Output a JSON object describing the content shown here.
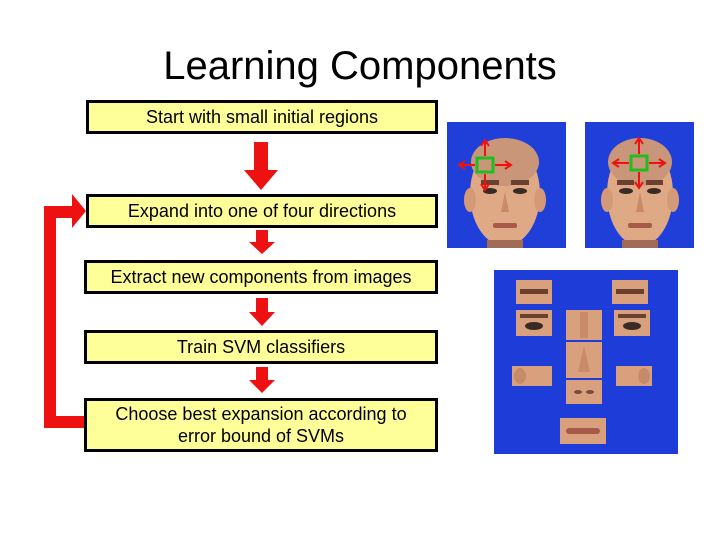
{
  "slide": {
    "title": "Learning Components"
  },
  "steps": [
    "Start with small initial regions",
    "Expand into one of four directions",
    "Extract new components from images",
    "Train SVM classifiers",
    "Choose best expansion according to error bound of SVMs"
  ],
  "colors": {
    "box_fill": "#ffff99",
    "arrow": "#ee1111",
    "photo_bg": "#1f3fd8",
    "marker": "#22bb22"
  }
}
